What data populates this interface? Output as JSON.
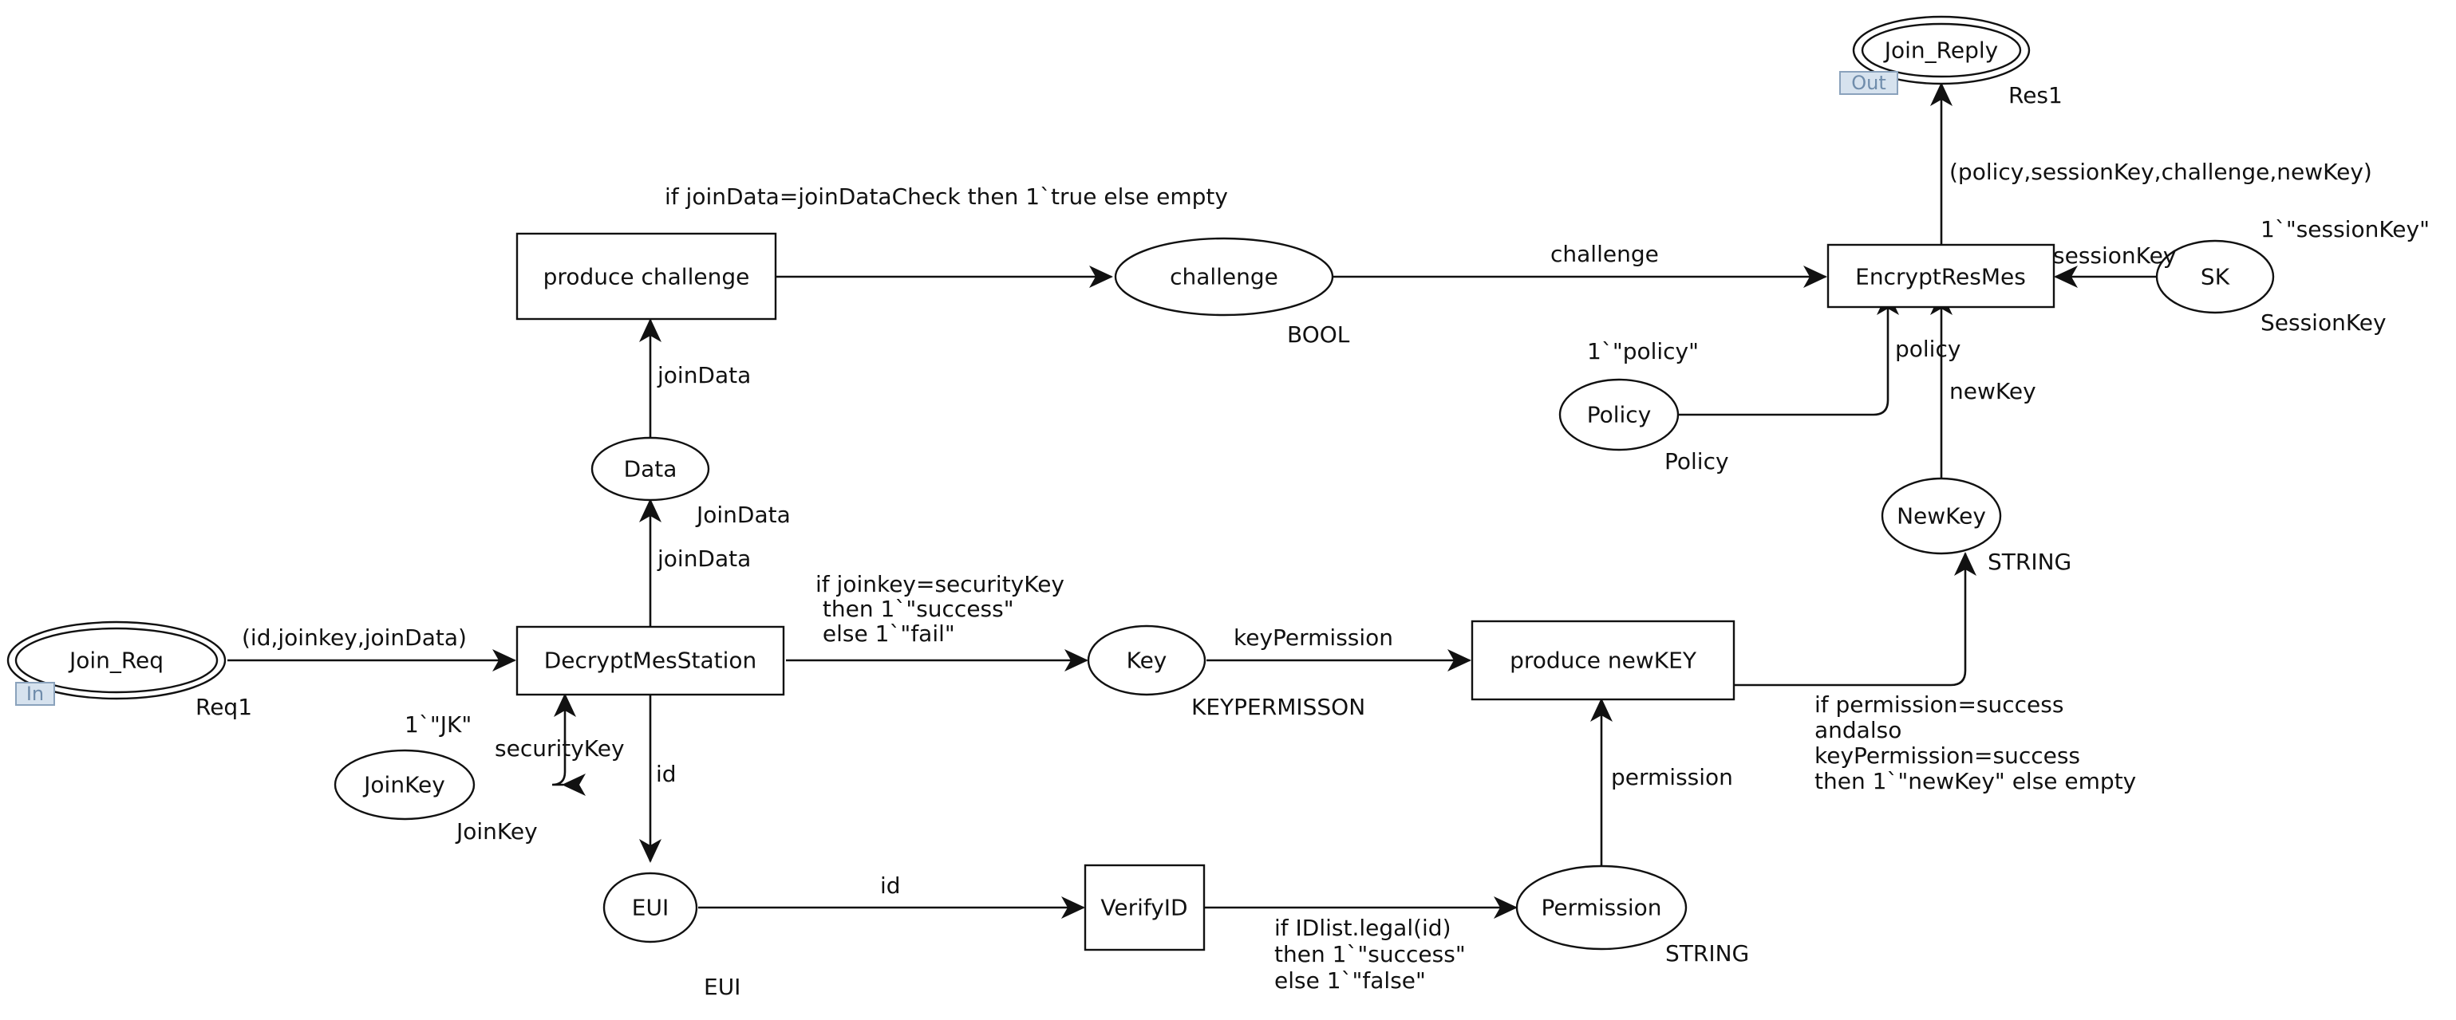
{
  "places": {
    "join_req": {
      "name": "Join_Req",
      "colset": "Req1",
      "port": "In",
      "marking": ""
    },
    "join_reply": {
      "name": "Join_Reply",
      "colset": "Res1",
      "port": "Out",
      "marking": ""
    },
    "data": {
      "name": "Data",
      "colset": "JoinData",
      "marking": ""
    },
    "challenge": {
      "name": "challenge",
      "colset": "BOOL",
      "marking": ""
    },
    "joinkey": {
      "name": "JoinKey",
      "colset": "JoinKey",
      "marking": "1`\"JK\""
    },
    "key": {
      "name": "Key",
      "colset": "KEYPERMISSON",
      "marking": ""
    },
    "eui": {
      "name": "EUI",
      "colset": "EUI",
      "marking": ""
    },
    "permission": {
      "name": "Permission",
      "colset": "STRING",
      "marking": ""
    },
    "policy": {
      "name": "Policy",
      "colset": "Policy",
      "marking": "1`\"policy\""
    },
    "newkey": {
      "name": "NewKey",
      "colset": "STRING",
      "marking": ""
    },
    "sk": {
      "name": "SK",
      "colset": "SessionKey",
      "marking": "1`\"sessionKey\""
    }
  },
  "transitions": {
    "decrypt": {
      "name": "DecryptMesStation"
    },
    "produce_challenge": {
      "name": "produce challenge"
    },
    "verify_id": {
      "name": "VerifyID"
    },
    "produce_newkey": {
      "name": "produce newKEY"
    },
    "encrypt": {
      "name": "EncryptResMes"
    }
  },
  "arcs": {
    "req_to_decrypt": [
      "(id,joinkey,joinData)"
    ],
    "decrypt_to_data": [
      "joinData"
    ],
    "data_to_challenge": [
      "joinData"
    ],
    "challenge_guard": [
      "if joinData=joinDataCheck then 1`true else empty"
    ],
    "challenge_to_encrypt": [
      "challenge"
    ],
    "decrypt_to_key": [
      "if joinkey=securityKey",
      " then 1`\"success\"",
      " else 1`\"fail\""
    ],
    "key_to_newkey": [
      "keyPermission"
    ],
    "joinkey_arc": [
      "securityKey"
    ],
    "decrypt_to_eui": [
      "id"
    ],
    "eui_to_verify": [
      "id"
    ],
    "verify_to_permission": [
      "if IDlist.legal(id)",
      "then 1`\"success\"",
      "else 1`\"false\""
    ],
    "permission_to_newkey": [
      "permission"
    ],
    "newkey_out": [
      "if permission=success",
      "andalso",
      "keyPermission=success",
      "then 1`\"newKey\" else empty"
    ],
    "newkey_to_encrypt": [
      "newKey"
    ],
    "policy_to_encrypt": [
      "policy"
    ],
    "sk_to_encrypt": [
      "sessionKey"
    ],
    "encrypt_to_reply": [
      "(policy,sessionKey,challenge,newKey)"
    ]
  }
}
